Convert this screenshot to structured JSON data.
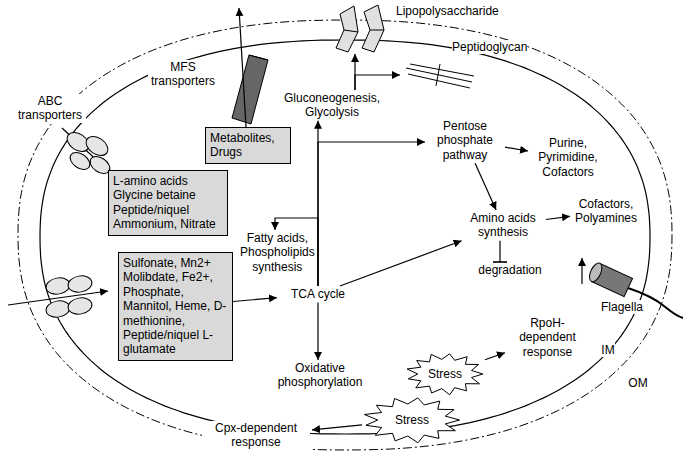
{
  "diagram": {
    "nodes": [
      {
        "text": [
          "Lipopolysaccharide"
        ]
      },
      {
        "text": [
          "Peptidoglycan"
        ]
      },
      {
        "text": [
          "Metabolites, Drugs"
        ]
      },
      {
        "text": [
          "Gluconeogenesis, Glycolysis"
        ]
      },
      {
        "text": [
          "Pentose phosphate pathway"
        ]
      },
      {
        "text": [
          "Purine, Pyrimidine, Cofactors"
        ]
      },
      {
        "text": [
          "L-amino acids Glycine betaine Peptide/niquel Ammonium, Nitrate"
        ]
      },
      {
        "text": [
          "Amino acids synthesis"
        ]
      },
      {
        "text": [
          "Cofactors, Polyamines"
        ]
      },
      {
        "text": [
          "Fatty acids, Phospholipids synthesis"
        ]
      },
      {
        "text": [
          "degradation"
        ]
      },
      {
        "text": [
          "Sulfonate, Mn2+ Molibdate, Fe2+, Phosphate, Mannitol, Heme, D-methionine, Peptide/niquel L-glutamate"
        ]
      },
      {
        "text": [
          "TCA cycle"
        ]
      },
      {
        "text": [
          "RpoH- dependent response"
        ]
      },
      {
        "text": [
          "Stress"
        ]
      },
      {
        "text": [
          "Oxidative phosphorylation"
        ]
      },
      {
        "text": [
          "Stress"
        ]
      },
      {
        "text": [
          "Cpx-dependent response"
        ]
      }
    ],
    "edges": [
      {
        "from": 12,
        "to": 3,
        "arrow": "to"
      },
      {
        "from": 12,
        "to": 9,
        "arrow": "to"
      },
      {
        "from": 12,
        "to": 4,
        "arrow": "to"
      },
      {
        "from": 12,
        "to": 7,
        "arrow": "to"
      },
      {
        "from": 12,
        "to": 15,
        "arrow": "to"
      },
      {
        "from": 11,
        "to": 12,
        "arrow": "to"
      },
      {
        "from": 3,
        "to": 0,
        "arrow": "to"
      },
      {
        "from": 3,
        "to": 1,
        "arrow": "to"
      },
      {
        "from": 4,
        "to": 5,
        "arrow": "to"
      },
      {
        "from": 4,
        "to": 7,
        "arrow": "to"
      },
      {
        "from": 7,
        "to": 8,
        "arrow": "to"
      },
      {
        "from": 7,
        "to": 10,
        "arrow": "to"
      },
      {
        "from": 14,
        "to": 13,
        "arrow": "to"
      },
      {
        "from": 16,
        "to": 17,
        "arrow": "to"
      }
    ],
    "labels": [
      "MFS transporters",
      "ABC transporters",
      "Flagella",
      "IM",
      "OM"
    ]
  }
}
